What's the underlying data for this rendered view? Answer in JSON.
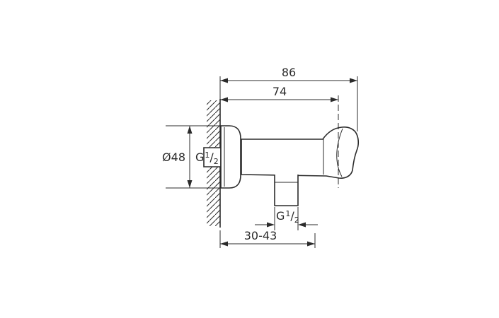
{
  "drawing": {
    "dim_overall_depth": "86",
    "dim_holder_center_depth": "74",
    "dim_flange_diameter": "Ø48",
    "dim_outlet_depth_range": "30-43",
    "thread": {
      "g": "G",
      "num": "1",
      "slash": "/",
      "den": "2"
    }
  },
  "colors": {
    "line": "#2b2b2b",
    "background": "#ffffff"
  }
}
